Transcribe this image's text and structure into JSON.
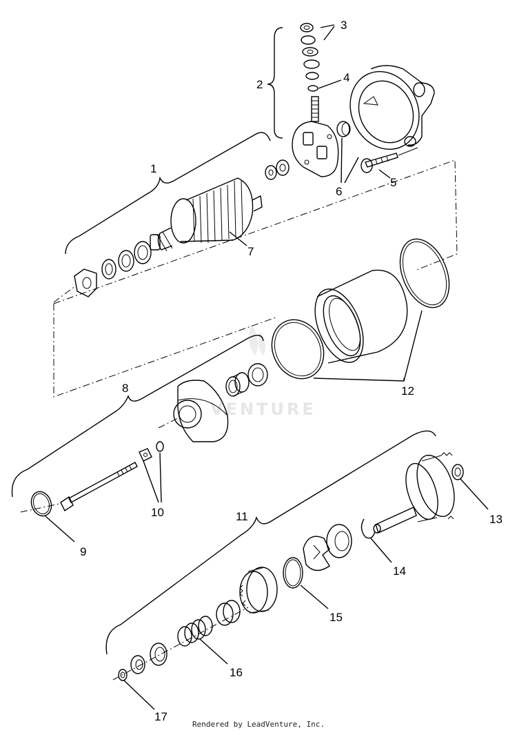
{
  "diagram": {
    "callouts": [
      "1",
      "2",
      "3",
      "4",
      "5",
      "6",
      "7",
      "8",
      "9",
      "10",
      "11",
      "12",
      "13",
      "14",
      "15",
      "16",
      "17"
    ],
    "watermark": "VENTURE",
    "footer": "Rendered by LeadVenture, Inc."
  }
}
